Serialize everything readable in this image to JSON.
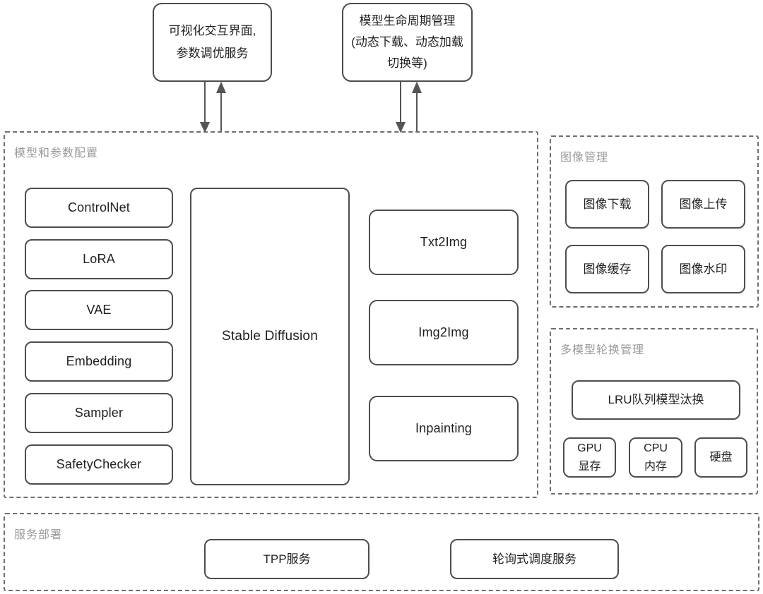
{
  "top_nodes": [
    {
      "lines": [
        "可视化交互界面,",
        "参数调优服务"
      ]
    },
    {
      "lines": [
        "模型生命周期管理",
        "(动态下载、动态加载",
        "切换等)"
      ]
    }
  ],
  "model_config": {
    "label": "模型和参数配置",
    "left_column": [
      "ControlNet",
      "LoRA",
      "VAE",
      "Embedding",
      "Sampler",
      "SafetyChecker"
    ],
    "center": "Stable Diffusion",
    "right_column": [
      "Txt2Img",
      "Img2Img",
      "Inpainting"
    ]
  },
  "image_management": {
    "label": "图像管理",
    "items": [
      "图像下载",
      "图像上传",
      "图像缓存",
      "图像水印"
    ]
  },
  "model_rotation": {
    "label": "多模型轮换管理",
    "lru": "LRU队列模型汰换",
    "storages": [
      {
        "line1": "GPU",
        "line2": "显存"
      },
      {
        "line1": "CPU",
        "line2": "内存"
      },
      {
        "line1": "硬盘",
        "line2": ""
      }
    ]
  },
  "deployment": {
    "label": "服务部署",
    "items": [
      "TPP服务",
      "轮询式调度服务"
    ]
  },
  "colors": {
    "node_border": "#4d4d4d",
    "dashed_border": "#6f6f6f",
    "text": "#1f1f1f",
    "group_label": "#9a9a9a",
    "arrow": "#555555",
    "background": "#ffffff"
  }
}
